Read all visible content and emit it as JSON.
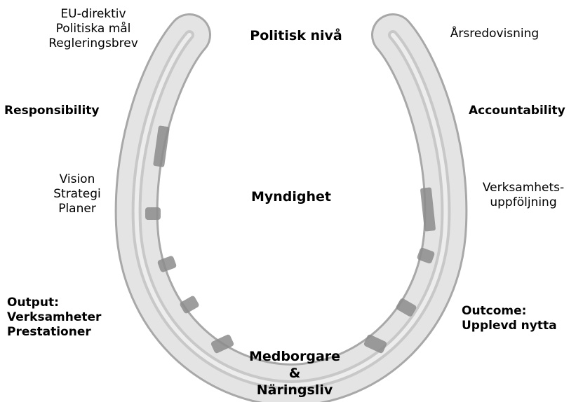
{
  "labels": {
    "top_center": "Politisk nivå",
    "top_left": [
      "EU-direktiv",
      "Politiska mål",
      "Regleringsbrev"
    ],
    "top_right": "Årsredovisning",
    "mid_left_heading": "Responsibility",
    "mid_right_heading": "Accountability",
    "left_middle": [
      "Vision",
      "Strategi",
      "Planer"
    ],
    "center": "Myndighet",
    "right_middle": [
      "Verksamhets-",
      "uppföljning"
    ],
    "bottom_left": [
      "Output:",
      "Verksamheter",
      "Prestationer"
    ],
    "bottom_right": [
      "Outcome:",
      "Upplevd nytta"
    ],
    "bottom_center": [
      "Medborgare",
      "&",
      "Näringsliv"
    ]
  },
  "colors": {
    "horseshoe_fill": "#e4e4e4",
    "horseshoe_edge": "#a8a8a8",
    "inner_groove": "#c8c8c8",
    "nail_hole": "#8c8c8c",
    "text": "#000000"
  }
}
